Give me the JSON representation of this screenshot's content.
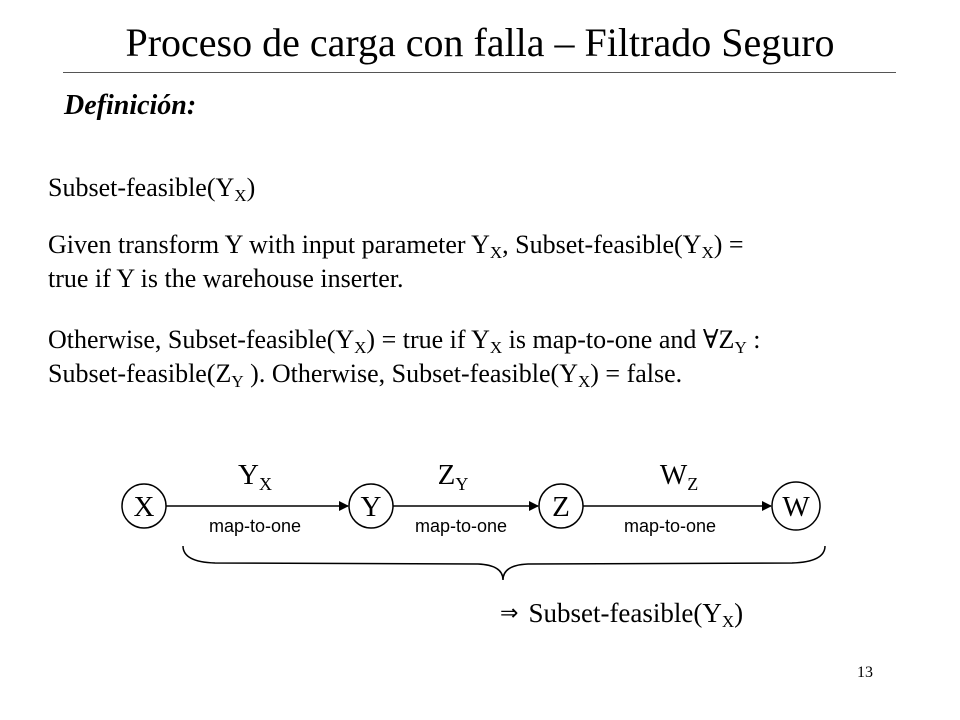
{
  "slide": {
    "title": "Proceso de carga con falla – Filtrado Seguro",
    "subtitle": "Definición:",
    "page_number": "13"
  },
  "text": {
    "heading_main": "Subset-feasible(Y",
    "sub_x": "X",
    "sub_y": "Y",
    "close_paren": ")",
    "p1_a": "Given transform Y with input parameter Y",
    "p1_b": ", Subset-feasible(Y",
    "p1_c": ") =",
    "p1_d": "true if Y is the warehouse inserter.",
    "p2_a": "Otherwise, Subset-feasible(Y",
    "p2_b": ") = true if Y",
    "p2_c": " is map-to-one and ∀Z",
    "p2_d": " :",
    "p2_e": "Subset-feasible(Z",
    "p2_f": " ). Otherwise, Subset-feasible(Y",
    "p2_g": ") = false."
  },
  "diagram": {
    "nodes": [
      {
        "label": "X"
      },
      {
        "label": "Y"
      },
      {
        "label": "Z"
      },
      {
        "label": "W"
      }
    ],
    "edges": [
      {
        "label": "Y",
        "sub": "X",
        "note": "map-to-one"
      },
      {
        "label": "Z",
        "sub": "Y",
        "note": "map-to-one"
      },
      {
        "label": "W",
        "sub": "Z",
        "note": "map-to-one"
      }
    ],
    "conclusion_symbol": "⇒",
    "conclusion_text": "Subset-feasible(Y",
    "conclusion_sub": "X",
    "conclusion_close": ")"
  }
}
